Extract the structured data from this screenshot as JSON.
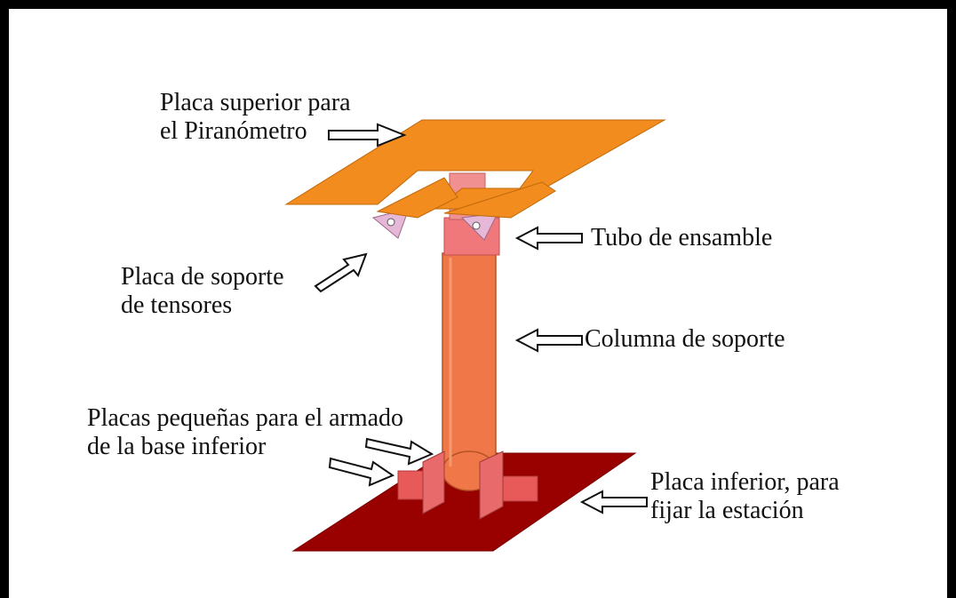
{
  "labels": {
    "top_plate_line1": "Placa superior para",
    "top_plate_line2": "el Piranómetro",
    "assembly_tube": "Tubo de ensamble",
    "tensor_plate_line1": "Placa de soporte",
    "tensor_plate_line2": "de tensores",
    "support_column": "Columna de soporte",
    "small_plates_line1": "Placas pequeñas para el armado",
    "small_plates_line2": "de la base inferior",
    "bottom_plate_line1": "Placa inferior, para",
    "bottom_plate_line2": "fijar la estación"
  },
  "colors": {
    "top_plate": "#f28c1e",
    "tube": "#f0787a",
    "column": "#f07848",
    "bottom_plate": "#990000",
    "small_plates": "#e85a5a"
  }
}
